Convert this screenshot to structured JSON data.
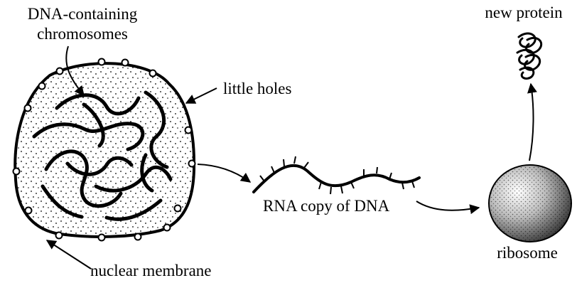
{
  "labels": {
    "dna_line1": "DNA-containing",
    "dna_line2": "chromosomes",
    "little_holes": "little holes",
    "nuclear_membrane": "nuclear membrane",
    "rna_copy": "RNA copy of DNA",
    "ribosome": "ribosome",
    "new_protein": "new protein"
  }
}
